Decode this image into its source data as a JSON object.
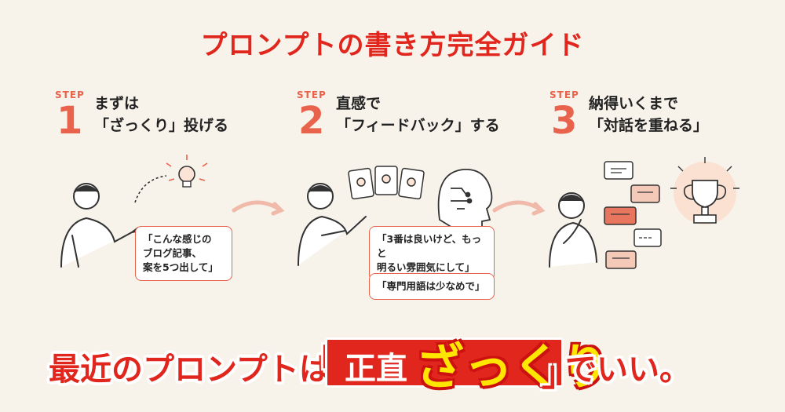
{
  "title": "プロンプトの書き方完全ガイド",
  "steps": [
    {
      "label": "STEP",
      "number": "1",
      "heading_line1": "まずは",
      "heading_line2": "「ざっくり」投げる"
    },
    {
      "label": "STEP",
      "number": "2",
      "heading_line1": "直感で",
      "heading_line2": "「フィードバック」する"
    },
    {
      "label": "STEP",
      "number": "3",
      "heading_line1": "納得いくまで",
      "heading_line2": "「対話を重ねる」"
    }
  ],
  "bubbles": {
    "step1": [
      "「こんな感じの",
      "ブログ記事、",
      "案を5つ出して」"
    ],
    "step2a": [
      "「3番は良いけど、もっと",
      "明るい雰囲気にして」"
    ],
    "step2b": [
      "「専門用語は少なめで」"
    ]
  },
  "banner": {
    "left": "最近のプロンプトは",
    "bracket_open": "「",
    "box_text": "正直",
    "highlight": "ざっくり",
    "bracket_close": "」",
    "right": "でいい。"
  },
  "colors": {
    "accent": "#e0261d",
    "step": "#e8624c",
    "highlight": "#ffe600",
    "background": "#f7f2ea"
  },
  "icons": [
    "lightbulb-icon",
    "idea-cards-icon",
    "brain-circuit-icon",
    "chat-bubbles-icon",
    "trophy-icon",
    "arrow-icon",
    "person-illustration"
  ]
}
